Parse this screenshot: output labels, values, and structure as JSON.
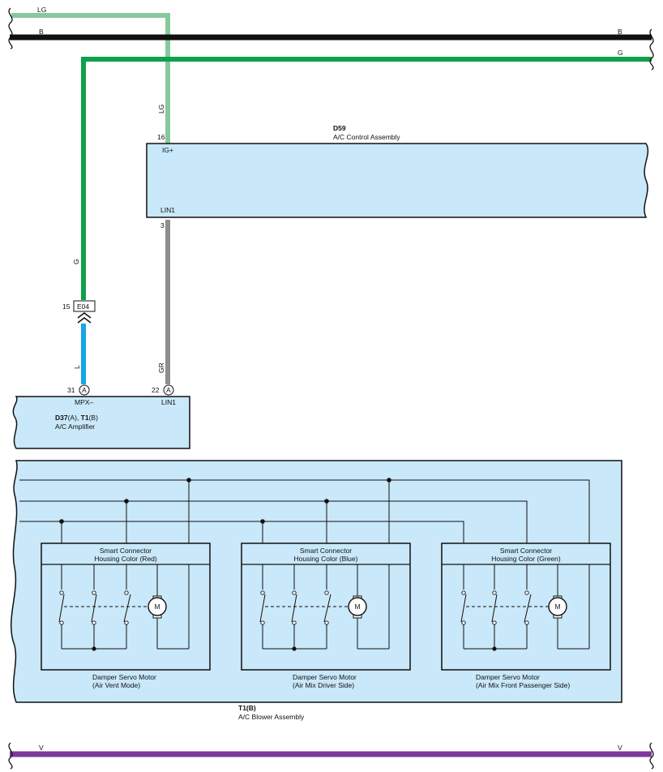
{
  "colors": {
    "lg_wire": "#86c99b",
    "b_wire": "#111111",
    "g_wire": "#0ea04b",
    "l_wire": "#17a6e6",
    "gr_wire": "#8e8e8e",
    "v_wire": "#7b3a9a",
    "component_fill": "#c9e8f9",
    "outline": "#111111"
  },
  "bus": {
    "lg": "LG",
    "b_left": "B",
    "b_right": "B",
    "g_right": "G",
    "v_left": "V",
    "v_right": "V"
  },
  "wires": {
    "lg_vertical": "LG",
    "g_vertical": "G",
    "l_vertical": "L",
    "gr_vertical": "GR"
  },
  "d59": {
    "code": "D59",
    "name": "A/C Control Assembly",
    "pin_ig_num": "16",
    "pin_ig_name": "IG+",
    "pin_lin_num": "3",
    "pin_lin_name": "LIN1"
  },
  "junction": {
    "pin": "15",
    "code": "E04"
  },
  "amplifier": {
    "code_a": "D37",
    "conn_a": "(A)",
    "sep": ", ",
    "code_b": "T1",
    "conn_b": "(B)",
    "name": "A/C Amplifier",
    "pin1_num": "31",
    "pin1_conn": "A",
    "pin1_name": "MPX–",
    "pin2_num": "22",
    "pin2_conn": "A",
    "pin2_name": "LIN1"
  },
  "blower": {
    "code": "T1(B)",
    "name": "A/C Blower Assembly"
  },
  "motors": [
    {
      "connector_line1": "Smart Connector",
      "connector_line2": "Housing Color (Red)",
      "motor": "M",
      "caption_line1": "Damper Servo Motor",
      "caption_line2": "(Air Vent Mode)"
    },
    {
      "connector_line1": "Smart Connector",
      "connector_line2": "Housing Color (Blue)",
      "motor": "M",
      "caption_line1": "Damper Servo Motor",
      "caption_line2": "(Air Mix Driver Side)"
    },
    {
      "connector_line1": "Smart Connector",
      "connector_line2": "Housing Color (Green)",
      "motor": "M",
      "caption_line1": "Damper Servo Motor",
      "caption_line2": "(Air Mix Front Passenger Side)"
    }
  ]
}
